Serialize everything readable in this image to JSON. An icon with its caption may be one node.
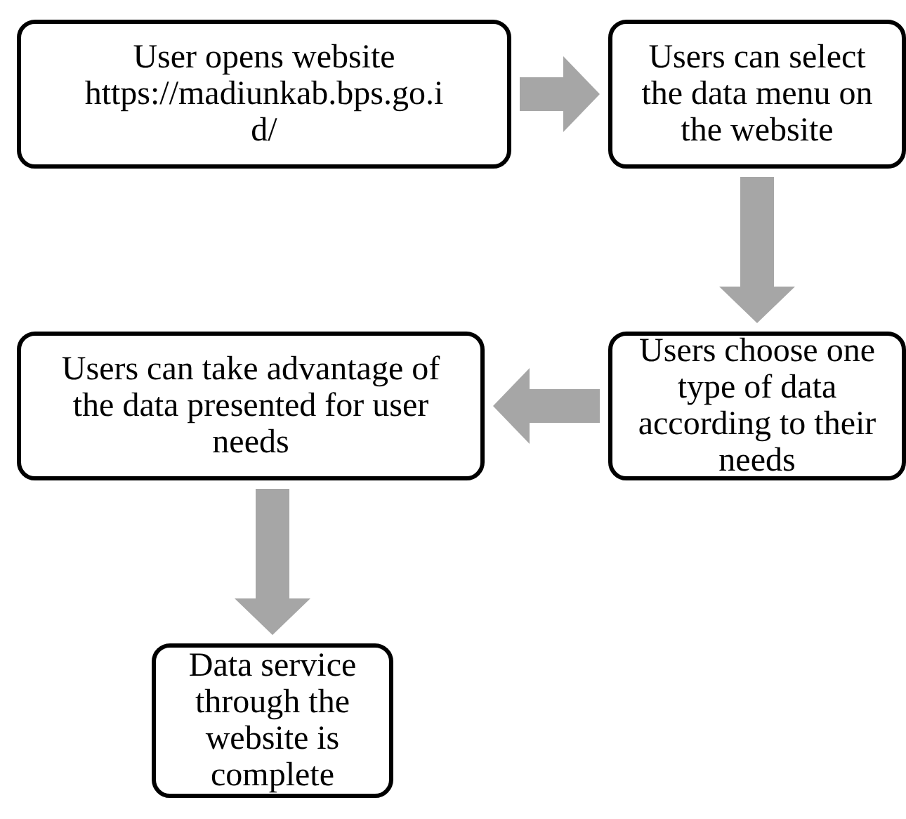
{
  "diagram": {
    "nodes": [
      {
        "text": [
          "User opens website https://madiunkab.bps.go.id/"
        ]
      },
      {
        "text": [
          "Users can select the data menu on the website"
        ]
      },
      {
        "text": [
          "Users choose one type of data according to their needs"
        ]
      },
      {
        "text": [
          "Users can take advantage of the data presented for user needs"
        ]
      },
      {
        "text": [
          "Data service through the website is complete"
        ]
      }
    ],
    "edges": [
      {
        "from": 0,
        "to": 1,
        "arrow": "to"
      },
      {
        "from": 1,
        "to": 2,
        "arrow": "to"
      },
      {
        "from": 2,
        "to": 3,
        "arrow": "to"
      },
      {
        "from": 3,
        "to": 4,
        "arrow": "to"
      }
    ]
  }
}
